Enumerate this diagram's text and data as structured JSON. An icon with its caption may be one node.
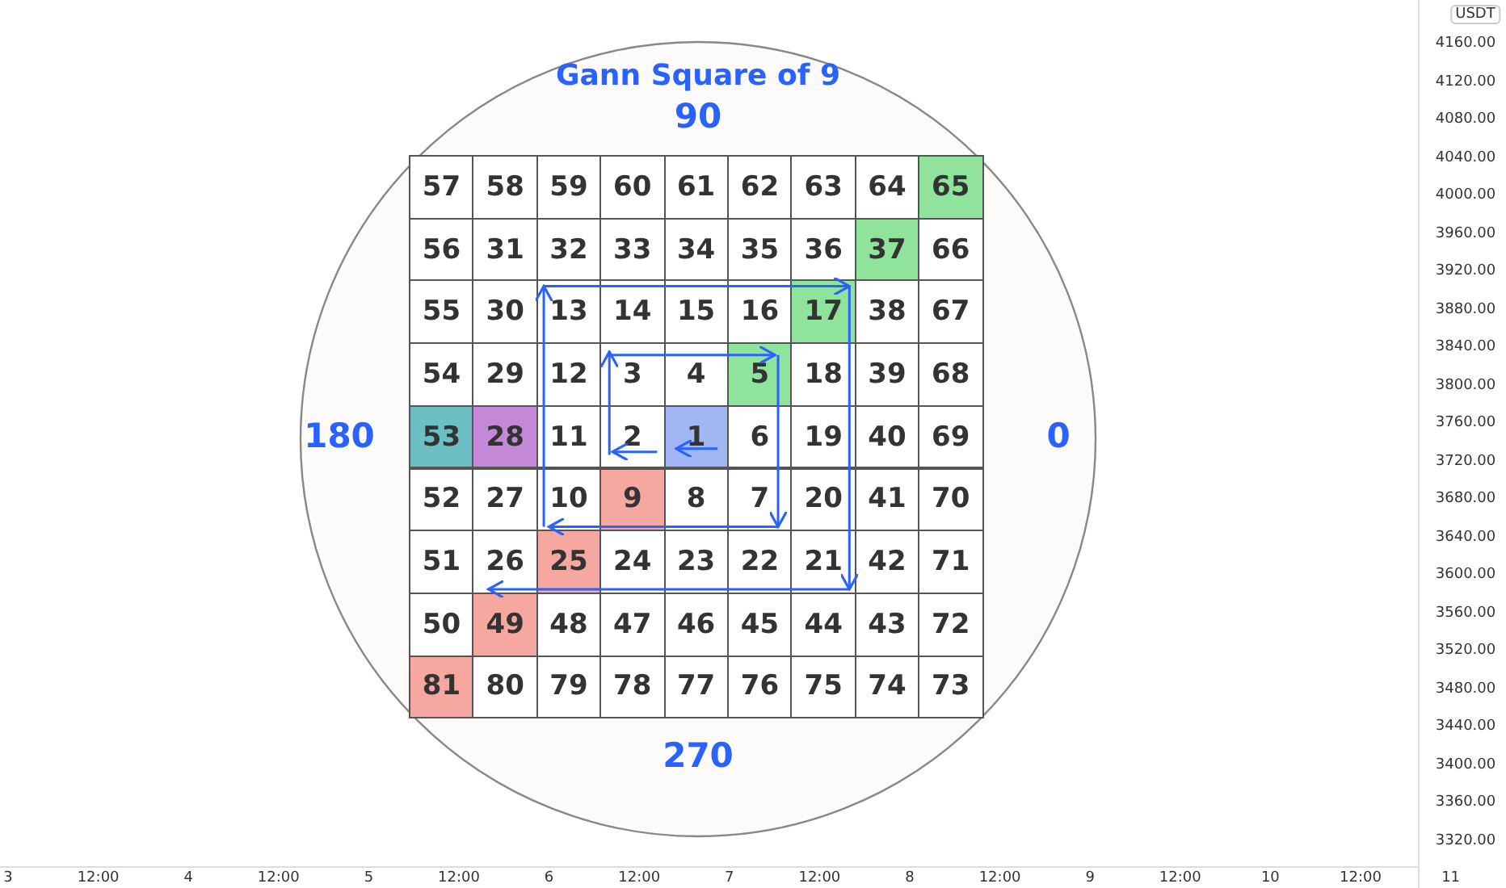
{
  "diagram": {
    "title": "Gann Square of 9",
    "labels": [
      "90",
      "180",
      "0",
      "270",
      "57",
      "58",
      "59",
      "60",
      "61",
      "62",
      "63",
      "64",
      "65",
      "56",
      "31",
      "32",
      "33",
      "34",
      "35",
      "36",
      "37",
      "66",
      "55",
      "30",
      "13",
      "14",
      "15",
      "16",
      "17",
      "38",
      "67",
      "54",
      "29",
      "12",
      "3",
      "4",
      "5",
      "18",
      "39",
      "68",
      "53",
      "28",
      "11",
      "2",
      "1",
      "6",
      "19",
      "40",
      "69",
      "52",
      "27",
      "10",
      "9",
      "8",
      "7",
      "20",
      "41",
      "70",
      "51",
      "26",
      "25",
      "24",
      "23",
      "22",
      "21",
      "42",
      "71",
      "50",
      "49",
      "48",
      "47",
      "46",
      "45",
      "44",
      "43",
      "72",
      "81",
      "80",
      "79",
      "78",
      "77",
      "76",
      "75",
      "74",
      "73",
      "USDT",
      "4160.00",
      "4120.00",
      "4080.00",
      "4040.00",
      "4000.00",
      "3960.00",
      "3920.00",
      "3880.00",
      "3840.00",
      "3800.00",
      "3760.00",
      "3720.00",
      "3680.00",
      "3640.00",
      "3600.00",
      "3560.00",
      "3520.00",
      "3480.00",
      "3440.00",
      "3400.00",
      "3360.00",
      "3320.00",
      "3",
      "12:00",
      "4",
      "12:00",
      "5",
      "12:00",
      "6",
      "12:00",
      "7",
      "12:00",
      "8",
      "12:00",
      "9",
      "12:00",
      "10",
      "12:00",
      "11"
    ]
  }
}
